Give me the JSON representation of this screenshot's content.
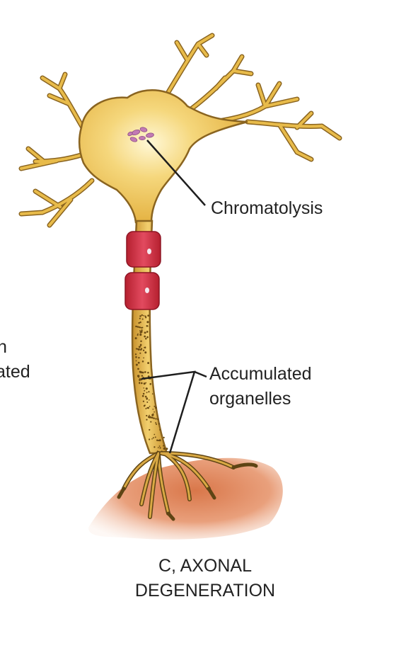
{
  "labels": {
    "chromatolysis": "Chromatolysis",
    "accumulated_line1": "Accumulated",
    "accumulated_line2": "organelles",
    "left_fragment_1": "n",
    "left_fragment_2": "ated"
  },
  "caption": {
    "line1": "C, AXONAL",
    "line2": "DEGENERATION"
  },
  "colors": {
    "neuron_fill": "#ecc04c",
    "neuron_highlight": "#fff5c8",
    "neuron_outline": "#8a6420",
    "myelin": "#d43049",
    "nissl": "#c27ab4",
    "muscle": "#e6a07a",
    "leader_line": "#1e1e1e"
  }
}
